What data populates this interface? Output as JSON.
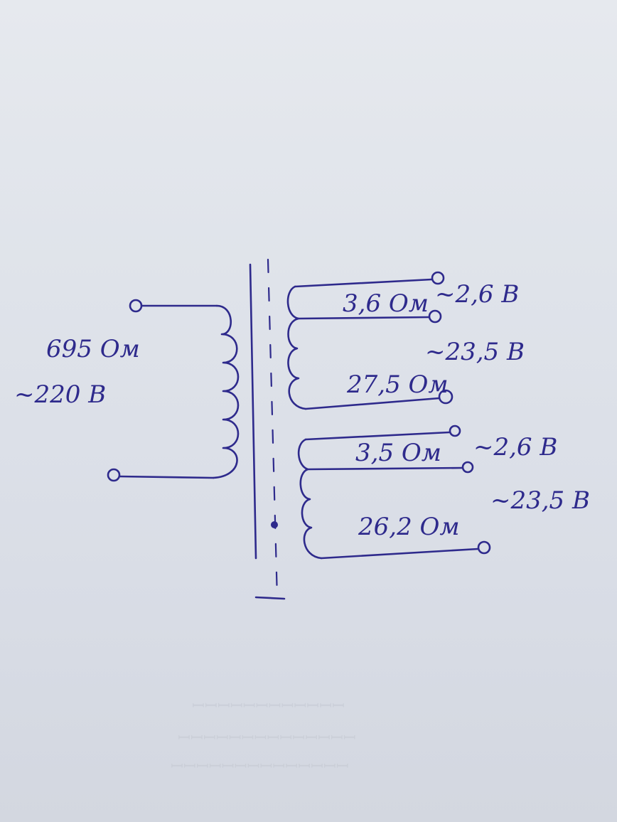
{
  "primary": {
    "resistance": "695 Ом",
    "voltage": "~220 В"
  },
  "secondaries": [
    {
      "resistance": "3,6 Ом",
      "voltage": "~2,6 В"
    },
    {
      "resistance": "27,5 Ом",
      "voltage": "~23,5 В"
    },
    {
      "resistance": "3,5 Ом",
      "voltage": "~2,6 В"
    },
    {
      "resistance": "26,2 Ом",
      "voltage": "~23,5 В"
    }
  ],
  "colors": {
    "ink": "#2e2a8c",
    "paper": "#e2e5eb"
  }
}
